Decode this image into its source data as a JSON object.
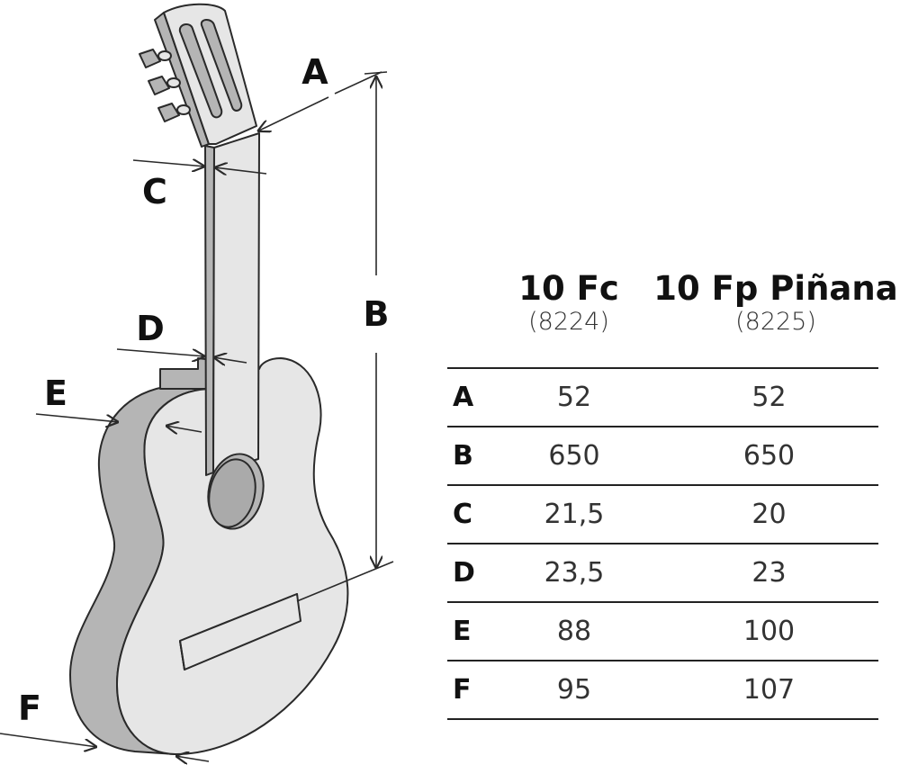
{
  "diagram": {
    "dimension_labels": [
      "A",
      "B",
      "C",
      "D",
      "E",
      "F"
    ]
  },
  "table": {
    "columns": [
      {
        "name": "10 Fc",
        "code": "(8224)"
      },
      {
        "name": "10 Fp Piñana",
        "code": "(8225)"
      }
    ],
    "rows": [
      {
        "key": "A",
        "values": [
          "52",
          "52"
        ]
      },
      {
        "key": "B",
        "values": [
          "650",
          "650"
        ]
      },
      {
        "key": "C",
        "values": [
          "21,5",
          "20"
        ]
      },
      {
        "key": "D",
        "values": [
          "23,5",
          "23"
        ]
      },
      {
        "key": "E",
        "values": [
          "88",
          "100"
        ]
      },
      {
        "key": "F",
        "values": [
          "95",
          "107"
        ]
      }
    ]
  },
  "colors": {
    "face": "#e6e6e6",
    "side": "#b5b5b5",
    "line": "#2a2a2a"
  }
}
